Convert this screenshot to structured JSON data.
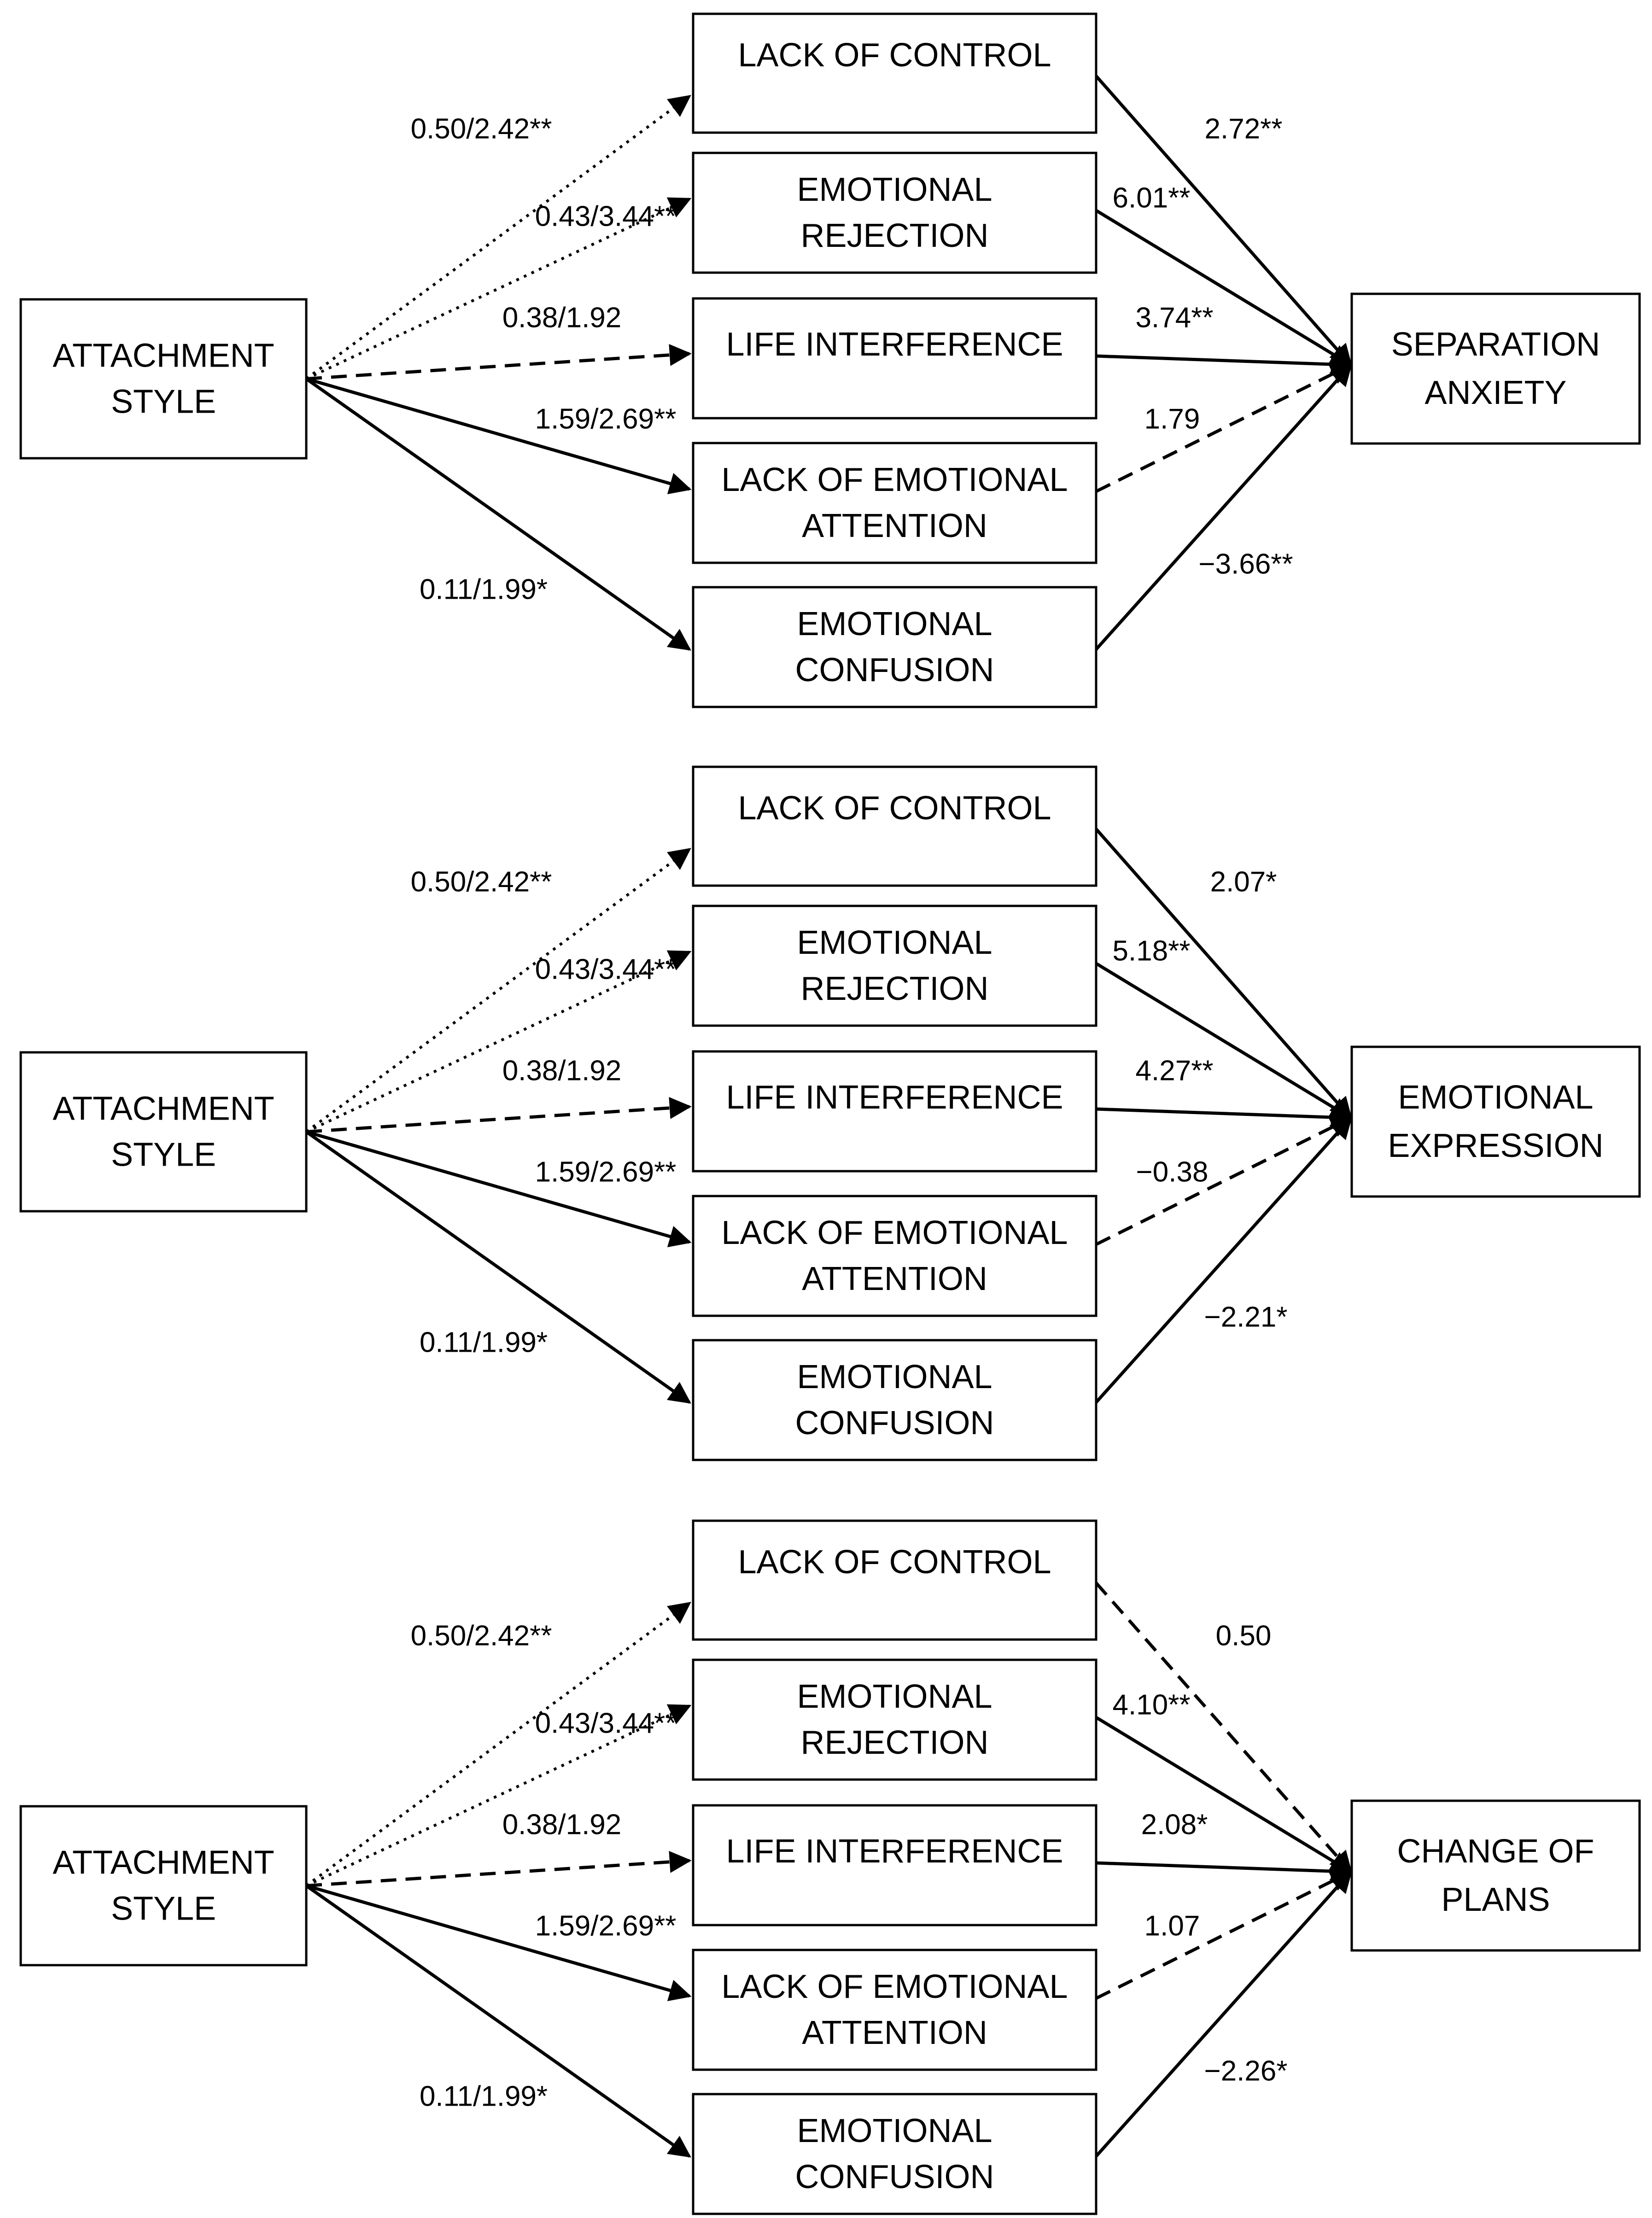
{
  "panels": [
    {
      "source": {
        "lines": [
          "ATTACHMENT",
          "STYLE"
        ]
      },
      "mediators": [
        {
          "lines": [
            "LACK OF CONTROL"
          ]
        },
        {
          "lines": [
            "EMOTIONAL",
            "REJECTION"
          ]
        },
        {
          "lines": [
            "LIFE INTERFERENCE"
          ]
        },
        {
          "lines": [
            "LACK OF EMOTIONAL",
            "ATTENTION"
          ]
        },
        {
          "lines": [
            "EMOTIONAL",
            "CONFUSION"
          ]
        }
      ],
      "outcome": {
        "lines": [
          "SEPARATION",
          "ANXIETY"
        ]
      },
      "a_paths": [
        {
          "label": "0.50/2.42**",
          "style": "dotted"
        },
        {
          "label": "0.43/3.44**",
          "style": "dotted"
        },
        {
          "label": "0.38/1.92",
          "style": "dashed"
        },
        {
          "label": "1.59/2.69**",
          "style": "solid"
        },
        {
          "label": "0.11/1.99*",
          "style": "solid"
        }
      ],
      "b_paths": [
        {
          "label": "2.72**",
          "style": "solid"
        },
        {
          "label": "6.01**",
          "style": "solid"
        },
        {
          "label": "3.74**",
          "style": "solid"
        },
        {
          "label": "1.79",
          "style": "dashed"
        },
        {
          "label": "−3.66**",
          "style": "solid"
        }
      ]
    },
    {
      "source": {
        "lines": [
          "ATTACHMENT",
          "STYLE"
        ]
      },
      "mediators": [
        {
          "lines": [
            "LACK OF CONTROL"
          ]
        },
        {
          "lines": [
            "EMOTIONAL",
            "REJECTION"
          ]
        },
        {
          "lines": [
            "LIFE INTERFERENCE"
          ]
        },
        {
          "lines": [
            "LACK OF EMOTIONAL",
            "ATTENTION"
          ]
        },
        {
          "lines": [
            "EMOTIONAL",
            "CONFUSION"
          ]
        }
      ],
      "outcome": {
        "lines": [
          "EMOTIONAL",
          "EXPRESSION"
        ]
      },
      "a_paths": [
        {
          "label": "0.50/2.42**",
          "style": "dotted"
        },
        {
          "label": "0.43/3.44**",
          "style": "dotted"
        },
        {
          "label": "0.38/1.92",
          "style": "dashed"
        },
        {
          "label": "1.59/2.69**",
          "style": "solid"
        },
        {
          "label": "0.11/1.99*",
          "style": "solid"
        }
      ],
      "b_paths": [
        {
          "label": "2.07*",
          "style": "solid"
        },
        {
          "label": "5.18**",
          "style": "solid"
        },
        {
          "label": "4.27**",
          "style": "solid"
        },
        {
          "label": "−0.38",
          "style": "dashed"
        },
        {
          "label": "−2.21*",
          "style": "solid"
        }
      ]
    },
    {
      "source": {
        "lines": [
          "ATTACHMENT",
          "STYLE"
        ]
      },
      "mediators": [
        {
          "lines": [
            "LACK OF CONTROL"
          ]
        },
        {
          "lines": [
            "EMOTIONAL",
            "REJECTION"
          ]
        },
        {
          "lines": [
            "LIFE INTERFERENCE"
          ]
        },
        {
          "lines": [
            "LACK OF EMOTIONAL",
            "ATTENTION"
          ]
        },
        {
          "lines": [
            "EMOTIONAL",
            "CONFUSION"
          ]
        }
      ],
      "outcome": {
        "lines": [
          "CHANGE OF",
          "PLANS"
        ]
      },
      "a_paths": [
        {
          "label": "0.50/2.42**",
          "style": "dotted"
        },
        {
          "label": "0.43/3.44**",
          "style": "dotted"
        },
        {
          "label": "0.38/1.92",
          "style": "dashed"
        },
        {
          "label": "1.59/2.69**",
          "style": "solid"
        },
        {
          "label": "0.11/1.99*",
          "style": "solid"
        }
      ],
      "b_paths": [
        {
          "label": "0.50",
          "style": "dashed"
        },
        {
          "label": "4.10**",
          "style": "solid"
        },
        {
          "label": "2.08*",
          "style": "solid"
        },
        {
          "label": "1.07",
          "style": "dashed"
        },
        {
          "label": "−2.26*",
          "style": "solid"
        }
      ]
    }
  ],
  "colors": {
    "stroke": "#000000",
    "background": "#ffffff"
  }
}
